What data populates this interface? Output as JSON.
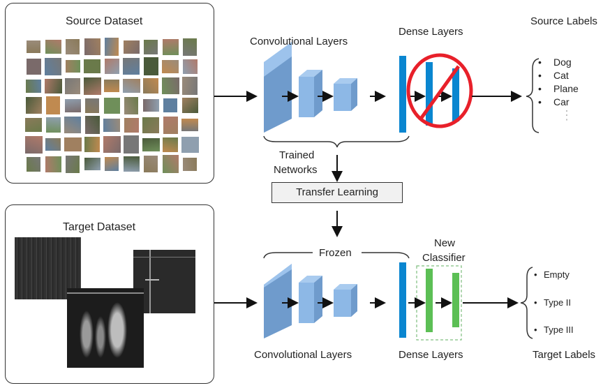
{
  "source_panel": {
    "title": "Source Dataset",
    "thumbnail_rows": 7,
    "thumbnail_cols": 9
  },
  "target_panel": {
    "title": "Target Dataset",
    "image_count": 3
  },
  "top_network": {
    "conv_label": "Convolutional Layers",
    "dense_label": "Dense Layers",
    "brace_label_line1": "Trained",
    "brace_label_line2": "Networks",
    "removed_symbol": "prohibited-sign"
  },
  "transfer": {
    "label": "Transfer Learning"
  },
  "bottom_network": {
    "frozen_label": "Frozen",
    "new_classifier_line1": "New",
    "new_classifier_line2": "Classifier",
    "conv_label": "Convolutional Layers",
    "dense_label": "Dense Layers"
  },
  "source_labels": {
    "title": "Source Labels",
    "items": [
      "Dog",
      "Cat",
      "Plane",
      "Car"
    ],
    "continuation": "⋮"
  },
  "target_labels": {
    "title": "Target Labels",
    "items": [
      "Empty",
      "Type II",
      "Type III"
    ]
  },
  "colors": {
    "conv_front": "#8db8e6",
    "conv_side": "#6f9bcc",
    "dense_blue": "#0a86d0",
    "classifier_green": "#5cbf55",
    "prohibit_red": "#e8202a",
    "dashed_green": "#7fbf7f"
  }
}
